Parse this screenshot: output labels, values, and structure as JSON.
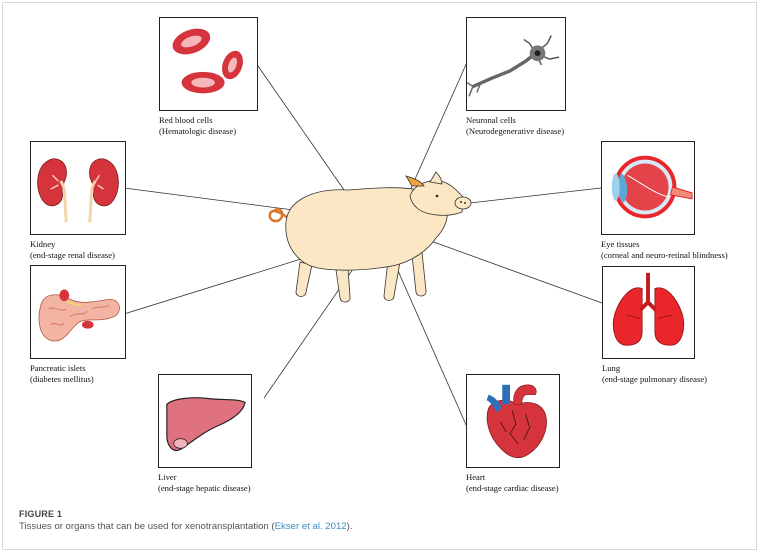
{
  "figure": {
    "label": "FIGURE 1",
    "caption_text": "Tissues or organs that can be used for xenotransplantation (",
    "caption_citation": "Ekser et al. 2012",
    "caption_end": ")."
  },
  "organs": {
    "rbc": {
      "title": "Red blood cells",
      "subtitle": "(Hematologic disease)"
    },
    "neuron": {
      "title": "Neuronal cells",
      "subtitle": "(Neurodegenerative disease)"
    },
    "kidney": {
      "title": "Kidney",
      "subtitle": "(end-stage renal disease)"
    },
    "eye": {
      "title": "Eye tissues",
      "subtitle": "(corneal and neuro-retinal blindness)"
    },
    "pancreas": {
      "title": "Pancreatic islets",
      "subtitle": "(diabetes mellitus)"
    },
    "lung": {
      "title": "Lung",
      "subtitle": "(end-stage pulmonary disease)"
    },
    "liver": {
      "title": "Liver",
      "subtitle": "(end-stage hepatic disease)"
    },
    "heart": {
      "title": "Heart",
      "subtitle": "(end-stage cardiac disease)"
    }
  },
  "colors": {
    "pig_skin": "#fbe7c4",
    "organ_red": "#d6343d",
    "lung_red": "#e8262b",
    "vessel_blue": "#2f6fb8",
    "caption_link": "#3a8fc4"
  }
}
